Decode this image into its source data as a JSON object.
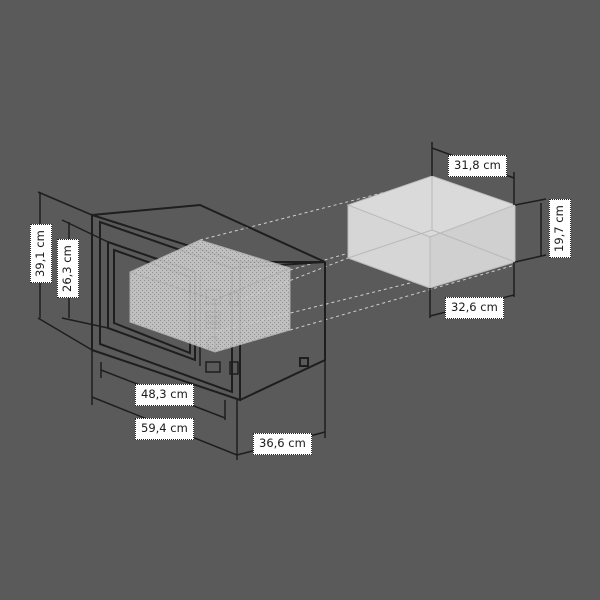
{
  "diagram": {
    "subject": "built-in microwave with cavity dimensions",
    "background_color": "#5a5a5a",
    "line_color": "#1e1e1e",
    "cavity_fill": "#d9d9d9",
    "dimensions": {
      "frame_height": "39,1 cm",
      "door_height": "26,3 cm",
      "door_width": "48,3 cm",
      "frame_width": "59,4 cm",
      "depth": "36,6 cm",
      "cavity_depth": "31,8 cm",
      "cavity_height": "19,7 cm",
      "cavity_width": "32,6 cm"
    }
  }
}
